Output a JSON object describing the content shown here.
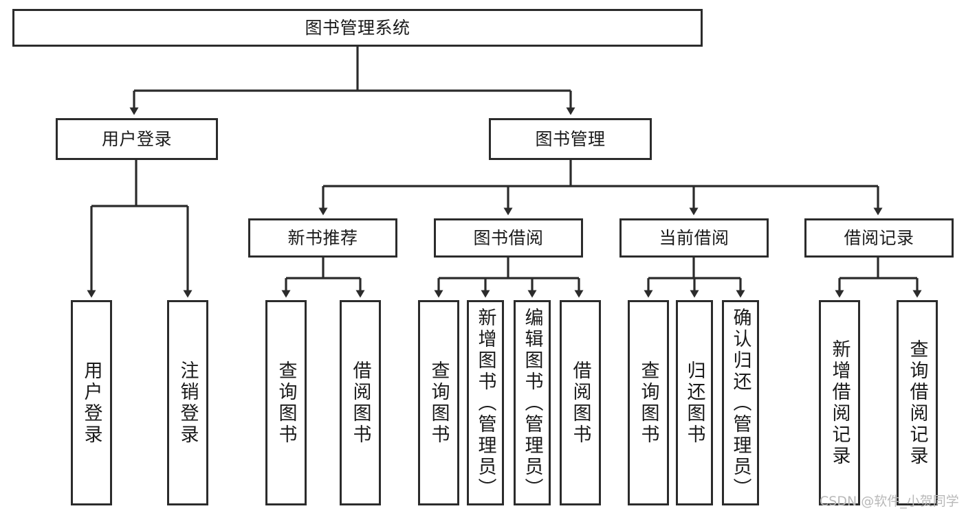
{
  "diagram": {
    "title": "图书管理系统",
    "type": "tree",
    "watermark": "CSDN @软件_小贺同学",
    "colors": {
      "stroke": "#2b2b2b",
      "fill": "#ffffff",
      "text": "#1a1a1a",
      "watermark": "#b9b9b9"
    },
    "nodes": {
      "root": {
        "label": "图书管理系统"
      },
      "level2": [
        {
          "id": "user-login",
          "label": "用户登录"
        },
        {
          "id": "book-manage",
          "label": "图书管理"
        }
      ],
      "level3": [
        {
          "id": "new-book-recommend",
          "label": "新书推荐"
        },
        {
          "id": "book-borrow",
          "label": "图书借阅"
        },
        {
          "id": "current-borrow",
          "label": "当前借阅"
        },
        {
          "id": "borrow-record",
          "label": "借阅记录"
        }
      ],
      "leaves": {
        "user-login": [
          {
            "id": "leaf-user-login",
            "label": "用户登录"
          },
          {
            "id": "leaf-logout",
            "label": "注销登录"
          }
        ],
        "new-book-recommend": [
          {
            "id": "leaf-query-book-1",
            "label": "查询图书"
          },
          {
            "id": "leaf-borrow-book-1",
            "label": "借阅图书"
          }
        ],
        "book-borrow": [
          {
            "id": "leaf-query-book-2",
            "label": "查询图书"
          },
          {
            "id": "leaf-add-book",
            "label": "新增图书（管理员）"
          },
          {
            "id": "leaf-edit-book",
            "label": "编辑图书（管理员）"
          },
          {
            "id": "leaf-borrow-book-2",
            "label": "借阅图书"
          }
        ],
        "current-borrow": [
          {
            "id": "leaf-query-book-3",
            "label": "查询图书"
          },
          {
            "id": "leaf-return-book",
            "label": "归还图书"
          },
          {
            "id": "leaf-confirm-return",
            "label": "确认归还（管理员）"
          }
        ],
        "borrow-record": [
          {
            "id": "leaf-add-record",
            "label": "新增借阅记录"
          },
          {
            "id": "leaf-query-record",
            "label": "查询借阅记录"
          }
        ]
      }
    }
  }
}
